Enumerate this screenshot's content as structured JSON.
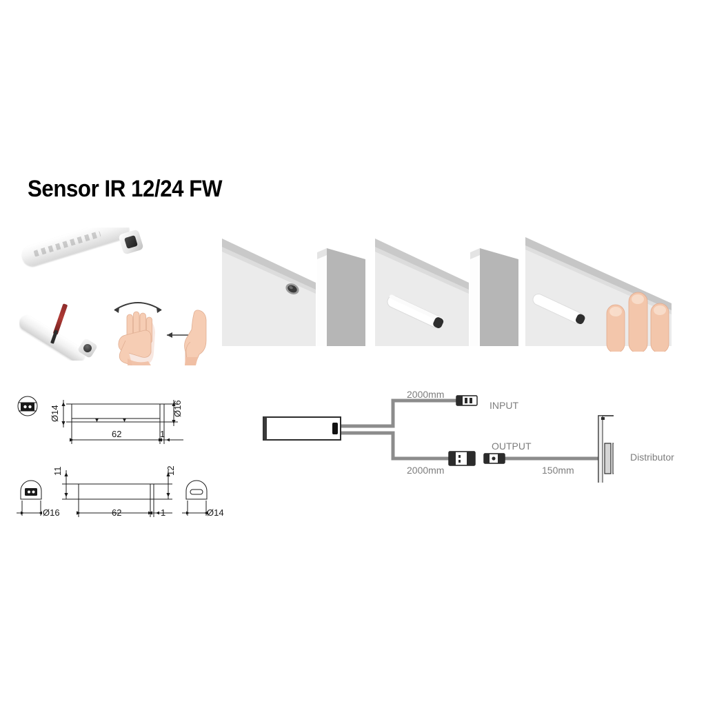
{
  "page": {
    "title": "Sensor IR 12/24 FW",
    "background_color": "#ffffff"
  },
  "photos": {
    "hero": {
      "name": "product-photo",
      "alt": "White IR sensor barrel with dark end cap"
    },
    "gesture_sensor": {
      "name": "sensor-with-screwdriver",
      "alt": "Sensor being adjusted with a screwdriver"
    },
    "gesture_wave": {
      "name": "hand-wave-gesture",
      "alt": "Hand waving over sensor with arc arrow"
    },
    "gesture_side": {
      "name": "hand-swipe-gesture",
      "alt": "Hand with horizontal arrow"
    },
    "install_1": {
      "name": "install-flush-mounted",
      "alt": "Sensor recessed into cabinet panel"
    },
    "install_2": {
      "name": "install-surface-mounted",
      "alt": "Sensor surface mounted under shelf"
    },
    "install_3": {
      "name": "install-hand-detection",
      "alt": "Hand approaching surface mounted sensor"
    }
  },
  "drawing_top": {
    "end_view_label": "sensor-end-view",
    "dim_diameter_left": "Ø14",
    "dim_diameter_right": "Ø16",
    "dim_length": "62",
    "dim_cap": "1"
  },
  "drawing_bottom": {
    "dim_height_left": "11",
    "dim_height_right": "12",
    "dim_diameter_left": "Ø16",
    "dim_length": "62",
    "dim_cap": "1",
    "dim_diameter_right": "Ø14"
  },
  "wiring": {
    "input_label": "INPUT",
    "input_length": "2000mm",
    "output_label": "OUTPUT",
    "output_length": "2000mm",
    "distributor_lead_length": "150mm",
    "distributor_label": "Distributor",
    "cable_color": "#8c8c8c",
    "text_color": "#7d7d7d"
  }
}
